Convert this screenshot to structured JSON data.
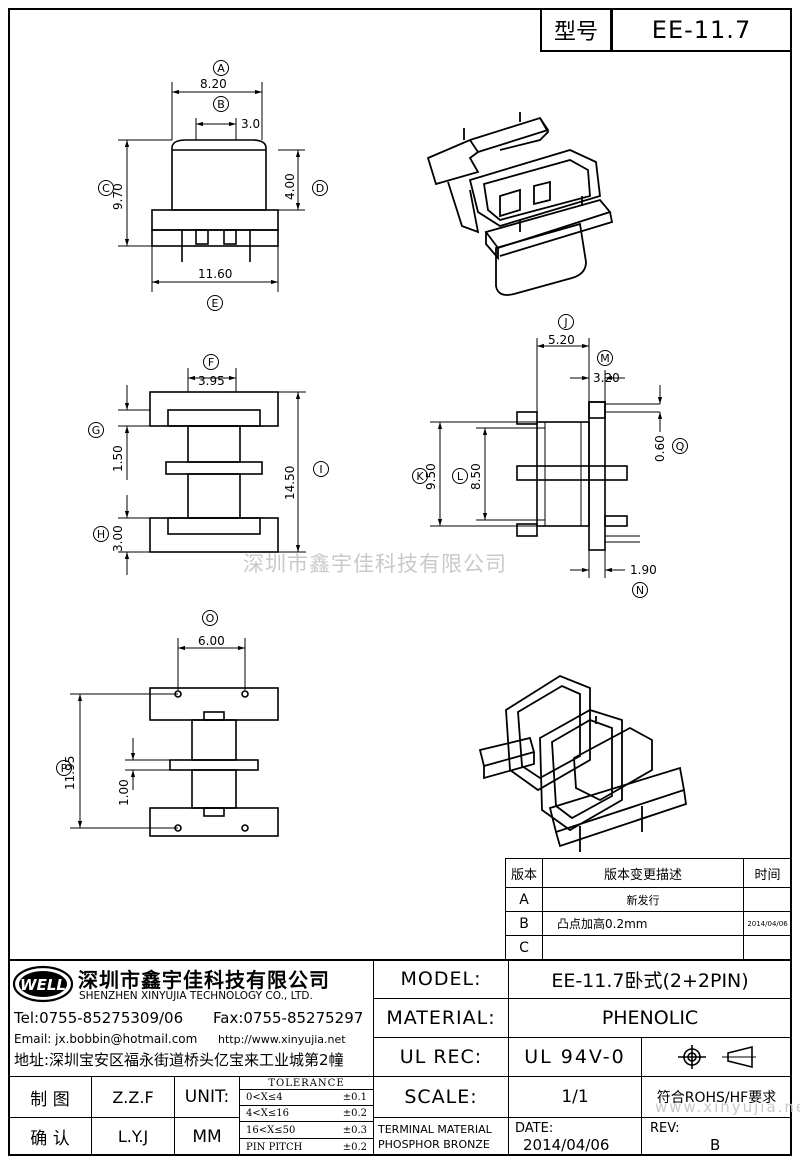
{
  "header": {
    "type_label": "型号",
    "model_code": "EE-11.7"
  },
  "dims": {
    "A": {
      "letter": "A",
      "value": "8.20"
    },
    "B": {
      "letter": "B",
      "value": "3.0"
    },
    "C": {
      "letter": "C",
      "value": "9.70"
    },
    "D": {
      "letter": "D",
      "value": "4.00"
    },
    "E": {
      "letter": "E",
      "value": "11.60"
    },
    "F": {
      "letter": "F",
      "value": "3.95"
    },
    "G": {
      "letter": "G",
      "value": "1.50"
    },
    "H": {
      "letter": "H",
      "value": "3.00"
    },
    "I": {
      "letter": "I",
      "value": "14.50"
    },
    "J": {
      "letter": "J",
      "value": "5.20"
    },
    "M": {
      "letter": "M",
      "value": "3.20"
    },
    "K": {
      "letter": "K",
      "value": "9.50"
    },
    "L": {
      "letter": "L",
      "value": "8.50"
    },
    "Q": {
      "letter": "Q",
      "value": "0.60"
    },
    "N": {
      "letter": "N",
      "value": "1.90"
    },
    "O": {
      "letter": "O",
      "value": "6.00"
    },
    "P": {
      "letter": "P",
      "value": "11.95"
    },
    "R": {
      "value": "1.00"
    }
  },
  "watermark": "深圳市鑫宇佳科技有限公司",
  "watermark_url": "www.xinyujia.net",
  "revisions": {
    "headers": {
      "version": "版本",
      "description": "版本变更描述",
      "time": "时间"
    },
    "rows": [
      {
        "version": "A",
        "description": "新发行",
        "time": ""
      },
      {
        "version": "B",
        "description": "凸点加高0.2mm",
        "time": "2014/04/06"
      },
      {
        "version": "C",
        "description": "",
        "time": ""
      }
    ]
  },
  "company": {
    "logo_text": "WELL",
    "name_cn": "深圳市鑫宇佳科技有限公司",
    "name_en": "SHENZHEN XINYUJIA TECHNOLOGY CO., LTD.",
    "tel": "Tel:0755-85275309/06",
    "fax": "Fax:0755-85275297",
    "email": "Email: jx.bobbin@hotmail.com",
    "web": "http://www.xinyujia.net",
    "address": "地址:深圳宝安区福永街道桥头亿宝来工业城第2幢"
  },
  "title_block": {
    "model_label": "MODEL:",
    "model_value": "EE-11.7卧式(2+2PIN)",
    "material_label": "MATERIAL:",
    "material_value": "PHENOLIC",
    "ulrec_label": "UL REC:",
    "ulrec_value": "UL 94V-0",
    "scale_label": "SCALE:",
    "scale_value": "1/1",
    "rohs": "符合ROHS/HF要求",
    "terminal_label": "TERMINAL MATERIAL",
    "terminal_value": "PHOSPHOR BRONZE",
    "date_label": "DATE:",
    "date_value": "2014/04/06",
    "rev_label": "REV:",
    "rev_value": "B",
    "drawn_label": "制 图",
    "drawn_value": "Z.Z.F",
    "checked_label": "确 认",
    "checked_value": "L.Y.J",
    "unit_label": "UNIT:",
    "unit_value": "MM",
    "tolerance_title": "TOLERANCE",
    "tolerances": [
      {
        "range": "0<X≤4",
        "value": "±0.1"
      },
      {
        "range": "4<X≤16",
        "value": "±0.2"
      },
      {
        "range": "16<X≤50",
        "value": "±0.3"
      },
      {
        "range": "PIN PITCH",
        "value": "±0.2"
      }
    ]
  }
}
